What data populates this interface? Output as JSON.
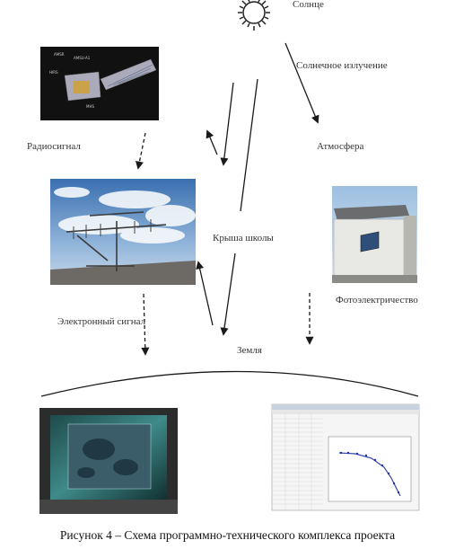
{
  "labels": {
    "sun": "Солнце",
    "solar_radiation": "Солнечное излучение",
    "radio_signal": "Радиосигнал",
    "atmosphere": "Атмосфера",
    "school_roof": "Крыша школы",
    "photovoltaics": "Фотоэлектричество",
    "electronic_signal": "Электронный сигнал",
    "earth": "Земля"
  },
  "caption": "Рисунок 4 – Схема программно-технического комплекса проекта"
}
